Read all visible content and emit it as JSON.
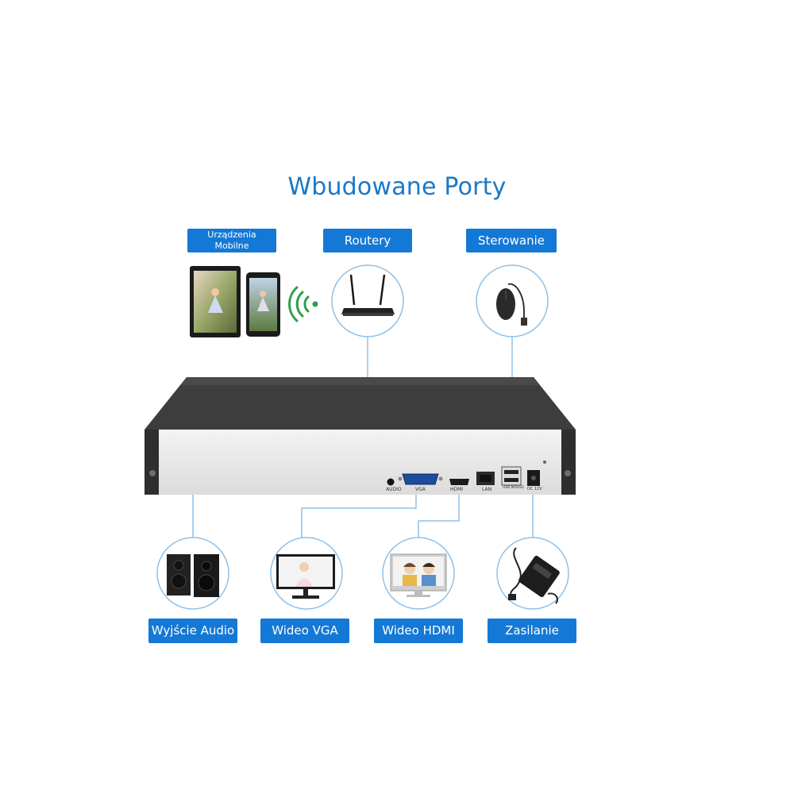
{
  "title": "Wbudowane Porty",
  "top_labels": {
    "mobile": "Urządzenia Mobilne",
    "router": "Routery",
    "control": "Sterowanie"
  },
  "bottom_labels": {
    "audio": "Wyjście Audio",
    "vga": "Wideo VGA",
    "hdmi": "Wideo HDMI",
    "power": "Zasilanie"
  },
  "port_tags": {
    "audio": "AUDIO",
    "vga": "VGA",
    "hdmi": "HDMI",
    "lan": "LAN",
    "usb": "USB MOUSE",
    "dc": "DC 12V"
  },
  "colors": {
    "accent": "#1479d6",
    "title": "#1a78c8",
    "connector": "#8fc1e8",
    "device_top": "#3d3d3d",
    "device_front": "#e9e9e9"
  },
  "icons": [
    "tablet-icon",
    "smartphone-icon",
    "wifi-signal-icon",
    "router-icon",
    "mouse-icon",
    "speaker-icon",
    "vga-monitor-icon",
    "hdmi-monitor-icon",
    "power-adapter-icon"
  ]
}
